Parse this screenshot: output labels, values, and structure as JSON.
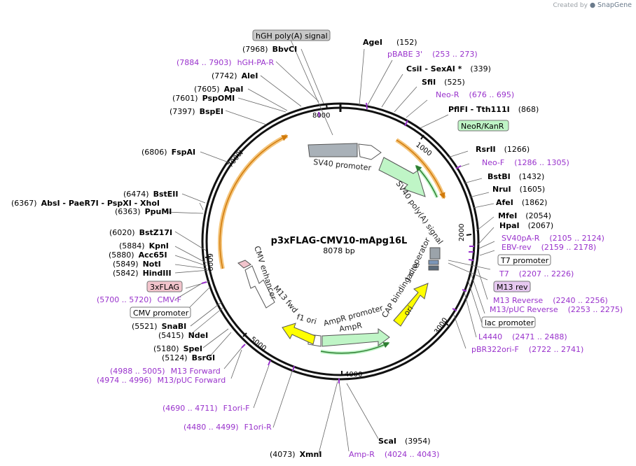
{
  "credit": {
    "prefix": "Created by",
    "brand": "SnapGene"
  },
  "plasmid": {
    "name": "p3xFLAG-CMV10-mApg16L",
    "length": "8078 bp",
    "bp": 8078
  },
  "ticks": [
    "1000",
    "2000",
    "3000",
    "4000",
    "5000",
    "6000",
    "7000",
    "8000"
  ],
  "sites": [
    {
      "pos": "(152)",
      "name": "AgeI"
    },
    {
      "pos": "(339)",
      "name": "CsiI  - SexAI *"
    },
    {
      "pos": "(525)",
      "name": "SfiI"
    },
    {
      "pos": "(868)",
      "name": "PflFI  - Tth111I"
    },
    {
      "pos": "(1266)",
      "name": "RsrII"
    },
    {
      "pos": "(1432)",
      "name": "BstBI"
    },
    {
      "pos": "(1605)",
      "name": "NruI"
    },
    {
      "pos": "(1862)",
      "name": "AfeI"
    },
    {
      "pos": "(2054)",
      "name": "MfeI"
    },
    {
      "pos": "(2067)",
      "name": "HpaI"
    },
    {
      "pos": "(3954)",
      "name": "ScaI"
    },
    {
      "pos": "(4073)",
      "name": "XmnI"
    },
    {
      "pos": "(5124)",
      "name": "BsrGI"
    },
    {
      "pos": "(5180)",
      "name": "SpeI"
    },
    {
      "pos": "(5415)",
      "name": "NdeI"
    },
    {
      "pos": "(5521)",
      "name": "SnaBI"
    },
    {
      "pos": "(5842)",
      "name": "HindIII"
    },
    {
      "pos": "(5849)",
      "name": "NotI"
    },
    {
      "pos": "(5880)",
      "name": "Acc65I"
    },
    {
      "pos": "(5884)",
      "name": "KpnI"
    },
    {
      "pos": "(6020)",
      "name": "BstZ17I"
    },
    {
      "pos": "(6363)",
      "name": "PpuMI"
    },
    {
      "pos": "(6367)",
      "name": "AbsI   - PaeR7I   - PspXI  - XhoI"
    },
    {
      "pos": "(6474)",
      "name": "BstEII"
    },
    {
      "pos": "(6806)",
      "name": "FspAI"
    },
    {
      "pos": "(7397)",
      "name": "BspEI"
    },
    {
      "pos": "(7601)",
      "name": "PspOMI"
    },
    {
      "pos": "(7605)",
      "name": "ApaI"
    },
    {
      "pos": "(7742)",
      "name": "AleI"
    },
    {
      "pos": "(7968)",
      "name": "BbvCI"
    }
  ],
  "primers": [
    {
      "name": "pBABE 3'",
      "range": "(253 .. 273)"
    },
    {
      "name": "Neo-R",
      "range": "(676 .. 695)"
    },
    {
      "name": "Neo-F",
      "range": "(1286 .. 1305)"
    },
    {
      "name": "SV40pA-R",
      "range": "(2105 .. 2124)"
    },
    {
      "name": "EBV-rev",
      "range": "(2159 .. 2178)"
    },
    {
      "name": "T7",
      "range": "(2207 .. 2226)"
    },
    {
      "name": "M13 Reverse",
      "range": "(2240 .. 2256)"
    },
    {
      "name": "M13/pUC Reverse",
      "range": "(2253 .. 2275)"
    },
    {
      "name": "L4440",
      "range": "(2471 .. 2488)"
    },
    {
      "name": "pBR322ori-F",
      "range": "(2722 .. 2741)"
    },
    {
      "name": "Amp-R",
      "range": "(4024 .. 4043)"
    },
    {
      "name": "F1ori-R",
      "range": "(4480 .. 4499)"
    },
    {
      "name": "F1ori-F",
      "range": "(4690 .. 4711)"
    },
    {
      "name": "M13/pUC Forward",
      "range": "(4974 .. 4996)"
    },
    {
      "name": "M13 Forward",
      "range": "(4988 .. 5005)"
    },
    {
      "name": "CMV-F",
      "range": "(5700 .. 5720)"
    },
    {
      "name": "hGH-PA-R",
      "range": "(7884 .. 7903)"
    }
  ],
  "boxes": {
    "hgh": "hGH poly(A) signal",
    "neo": "NeoR/KanR",
    "t7p": "T7 promoter",
    "m13rev": "M13 rev",
    "lacp": "lac promoter",
    "flag": "3xFLAG",
    "cmvp": "CMV promoter"
  },
  "features": {
    "sv40p": "SV40 promoter",
    "sv40pa": "SV40 poly(A) signal",
    "lacop": "lac operator",
    "cap": "CAP binding site",
    "ori": "ori",
    "ampp": "AmpR promoter",
    "ampr": "AmpR",
    "f1": "f1 ori",
    "m13fwd": "M13 fwd",
    "cmve": "CMV enhancer"
  },
  "colors": {
    "enzyme": "#000000",
    "primer": "#9932cc",
    "orf": "#f0a030",
    "promoter": "#ffffff",
    "neo": "#bff5c6",
    "ori": "#ffff00",
    "grey_box": "#c8c8c8",
    "flag_box": "#f2c4cc"
  }
}
